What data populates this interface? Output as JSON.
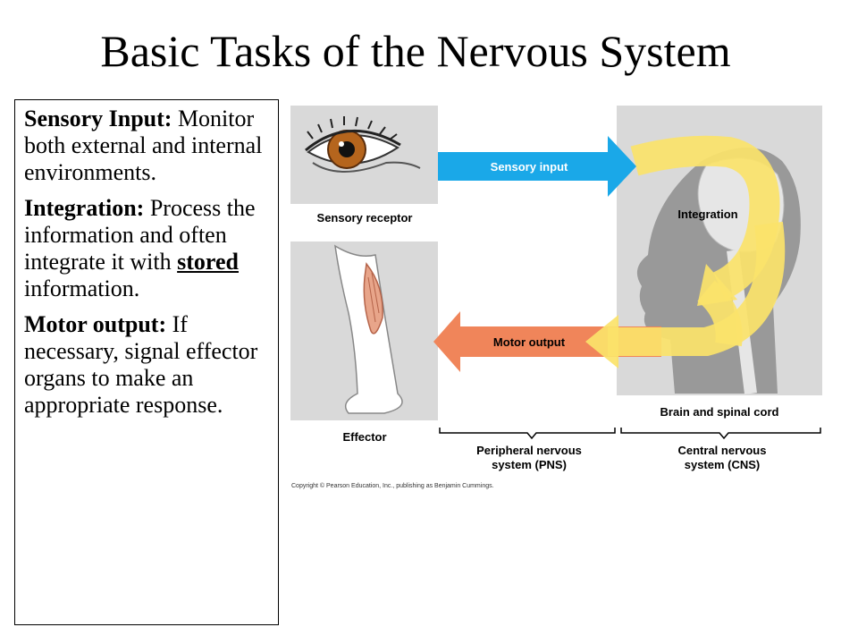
{
  "title": "Basic Tasks of the Nervous System",
  "text": {
    "sensory_head": "Sensory Input:",
    "sensory_body": "Monitor both external and internal environments.",
    "integration_head": "Integration:",
    "integration_body_a": "Process the information and often integrate it with",
    "integration_underlined": "stored ",
    "integration_body_b": "information.",
    "motor_head": "Motor output:",
    "motor_body": "If necessary, signal effector organs to make an appropriate response."
  },
  "diagram": {
    "sensory_input_label": "Sensory input",
    "motor_output_label": "Motor output",
    "integration_label": "Integration",
    "sensory_receptor_label": "Sensory receptor",
    "effector_label": "Effector",
    "brain_label": "Brain and spinal cord",
    "pns_line1": "Peripheral nervous",
    "pns_line2": "system (PNS)",
    "cns_line1": "Central nervous",
    "cns_line2": "system (CNS)",
    "copyright": "Copyright © Pearson Education, Inc., publishing as Benjamin Cummings.",
    "colors": {
      "sensory_arrow": "#1aa8e8",
      "motor_arrow": "#f0855a",
      "integration_loop": "#fbe36a",
      "panel_bg": "#d9d9d9",
      "head_silhouette": "#999999"
    }
  }
}
